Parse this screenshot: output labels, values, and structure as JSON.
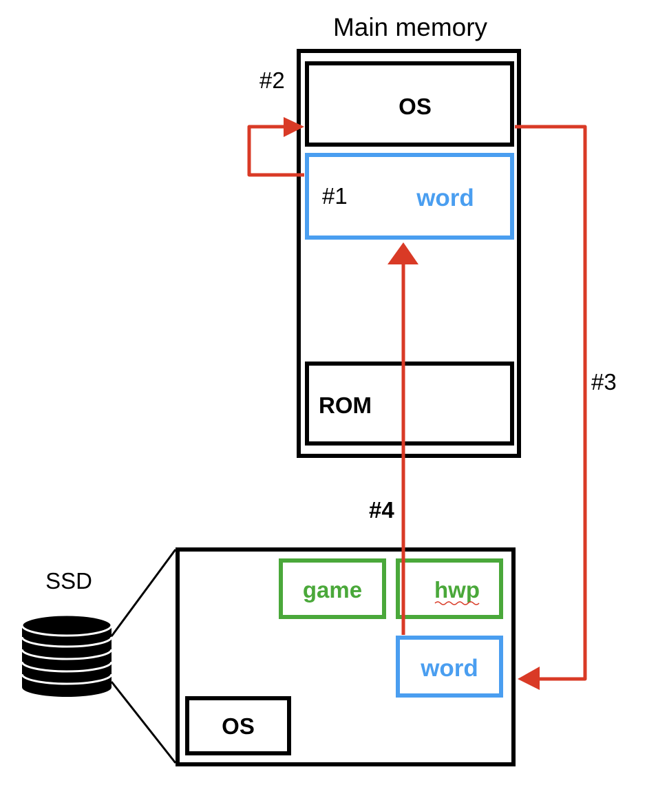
{
  "main_memory": {
    "title": "Main memory",
    "os_label": "OS",
    "process_label": "word",
    "rom_label": "ROM"
  },
  "ssd": {
    "title": "SSD",
    "files": {
      "game": "game",
      "hwp": "hwp",
      "word": "word",
      "os": "OS"
    }
  },
  "steps": {
    "step1": "#1",
    "step2": "#2",
    "step3": "#3",
    "step4": "#4"
  },
  "colors": {
    "arrow": "#d93a26",
    "process": "#4a9ef0",
    "program": "#4aa83a",
    "outline": "#000000"
  }
}
